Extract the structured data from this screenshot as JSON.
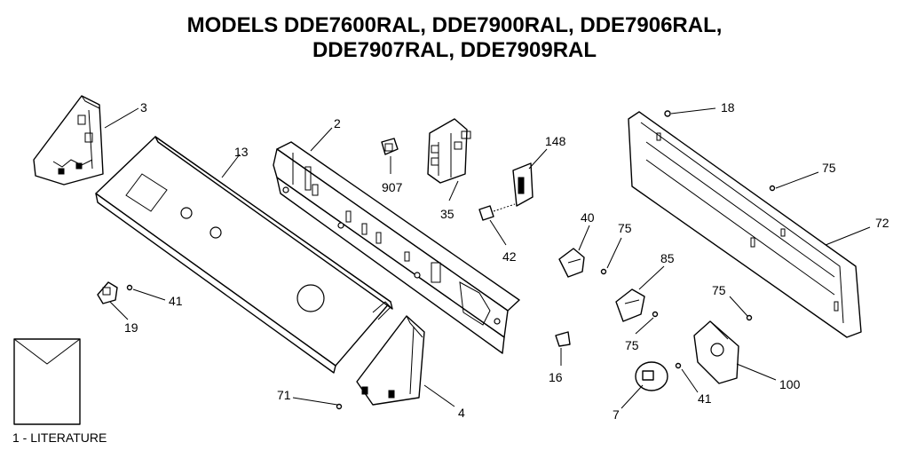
{
  "title": {
    "line1": "MODELS DDE7600RAL, DDE7900RAL, DDE7906RAL,",
    "line2": "DDE7907RAL, DDE7909RAL"
  },
  "literature": {
    "label": "1 - LITERATURE"
  },
  "callouts": {
    "c3": "3",
    "c2": "2",
    "c13": "13",
    "c907": "907",
    "c35": "35",
    "c148": "148",
    "c42": "42",
    "c40": "40",
    "c75a": "75",
    "c85": "85",
    "c18": "18",
    "c75b": "75",
    "c72": "72",
    "c75c": "75",
    "c75d": "75",
    "c100": "100",
    "c41a": "41",
    "c19": "19",
    "c71": "71",
    "c4": "4",
    "c16": "16",
    "c7": "7",
    "c41b": "41"
  }
}
